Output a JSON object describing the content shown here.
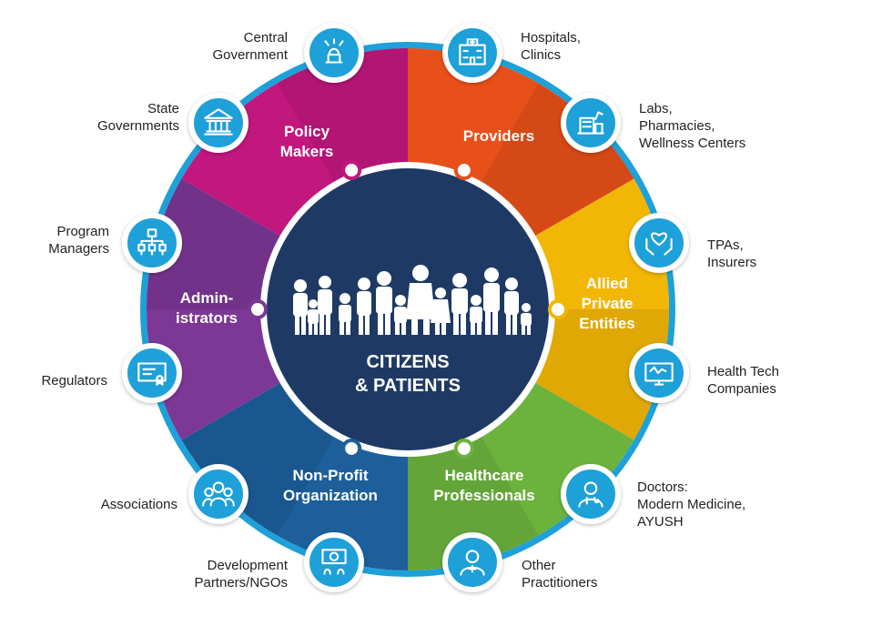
{
  "center": {
    "line1": "CITIZENS",
    "line2": "& PATIENTS"
  },
  "segments": [
    {
      "lines": [
        "Policy",
        "Makers"
      ],
      "color": "#c2177d"
    },
    {
      "lines": [
        "Providers"
      ],
      "color": "#e8501a"
    },
    {
      "lines": [
        "Allied",
        "Private",
        "Entities"
      ],
      "color": "#f2b705"
    },
    {
      "lines": [
        "Healthcare",
        "Professionals"
      ],
      "color": "#6cb33e"
    },
    {
      "lines": [
        "Non-Profit",
        "Organization"
      ],
      "color": "#1c5f9b"
    },
    {
      "lines": [
        "Admin-",
        "istrators"
      ],
      "color": "#7d3795"
    }
  ],
  "stakeholders": [
    {
      "icon": "emblem-icon",
      "lines": [
        "Central",
        "Government"
      ]
    },
    {
      "icon": "hospital-icon",
      "lines": [
        "Hospitals,",
        "Clinics"
      ]
    },
    {
      "icon": "pharmacy-icon",
      "lines": [
        "Labs,",
        "Pharmacies,",
        "Wellness Centers"
      ]
    },
    {
      "icon": "heart-hands-icon",
      "lines": [
        "TPAs,",
        "Insurers"
      ]
    },
    {
      "icon": "monitor-icon",
      "lines": [
        "Health Tech",
        "Companies"
      ]
    },
    {
      "icon": "doctor-icon",
      "lines": [
        "Doctors:",
        "Modern Medicine,",
        "AYUSH"
      ]
    },
    {
      "icon": "practitioner-icon",
      "lines": [
        "Other",
        "Practitioners"
      ]
    },
    {
      "icon": "partners-icon",
      "lines": [
        "Development",
        "Partners/NGOs"
      ]
    },
    {
      "icon": "group-icon",
      "lines": [
        "Associations"
      ]
    },
    {
      "icon": "certificate-icon",
      "lines": [
        "Regulators"
      ]
    },
    {
      "icon": "org-chart-icon",
      "lines": [
        "Program",
        "Managers"
      ]
    },
    {
      "icon": "building-icon",
      "lines": [
        "State",
        "Governments"
      ]
    }
  ],
  "colors": {
    "center": "#1e3a64",
    "ring": "#1ea0d8",
    "icon_bg": "#1ea0d8",
    "text": "#222222"
  }
}
